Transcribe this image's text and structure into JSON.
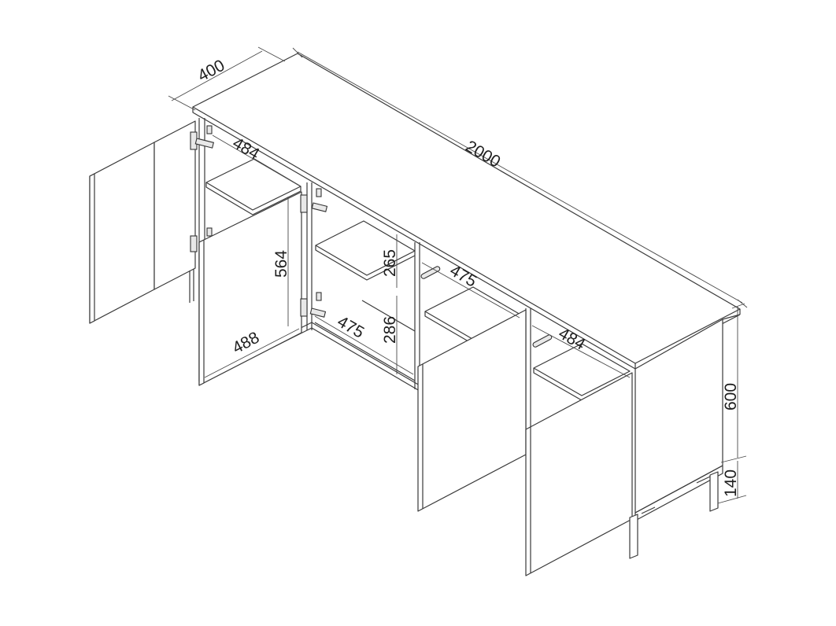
{
  "diagram": {
    "subject": "Sideboard with 4 doors, 2 shelves, metal legs (isometric technical drawing)",
    "units": "mm",
    "line_color": "#3a3a3a",
    "background": "#ffffff",
    "dimensions": {
      "depth": "400",
      "width": "2000",
      "shelf_depth_left": "484",
      "door_height": "564",
      "door_width": "488",
      "shelf_depth_center_lower": "475",
      "shelf_gap_upper": "265",
      "shelf_gap_lower": "286",
      "shelf_depth_center_upper": "475",
      "shelf_depth_right": "484",
      "body_height": "600",
      "leg_height": "140"
    },
    "components": [
      "top-panel",
      "left-door-open",
      "left-center-door-open",
      "right-center-door",
      "right-door",
      "right-side-panel",
      "upper-shelf",
      "lower-shelf",
      "hinges",
      "handles",
      "metal-legs"
    ]
  }
}
